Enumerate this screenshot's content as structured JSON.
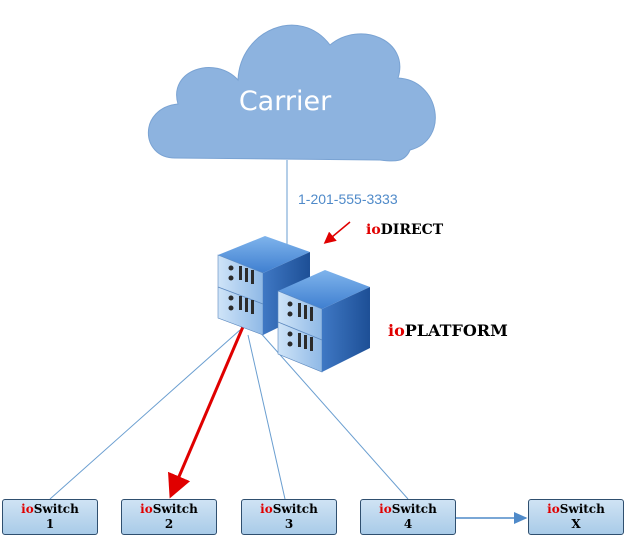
{
  "carrier": {
    "label": "Carrier"
  },
  "phone_number": "1-201-555-3333",
  "iodirect": {
    "prefix": "io",
    "suffix": "DIRECT"
  },
  "ioplatform": {
    "prefix": "io",
    "suffix": "PLATFORM"
  },
  "switches": [
    {
      "prefix": "io",
      "name": "Switch",
      "id": "1"
    },
    {
      "prefix": "io",
      "name": "Switch",
      "id": "2"
    },
    {
      "prefix": "io",
      "name": "Switch",
      "id": "3"
    },
    {
      "prefix": "io",
      "name": "Switch",
      "id": "4"
    },
    {
      "prefix": "io",
      "name": "Switch",
      "id": "X"
    }
  ],
  "colors": {
    "cloud": "#8db3df",
    "line": "#6a9ed0",
    "accent_arrow": "#e00000",
    "brand_io": "#e00000"
  }
}
